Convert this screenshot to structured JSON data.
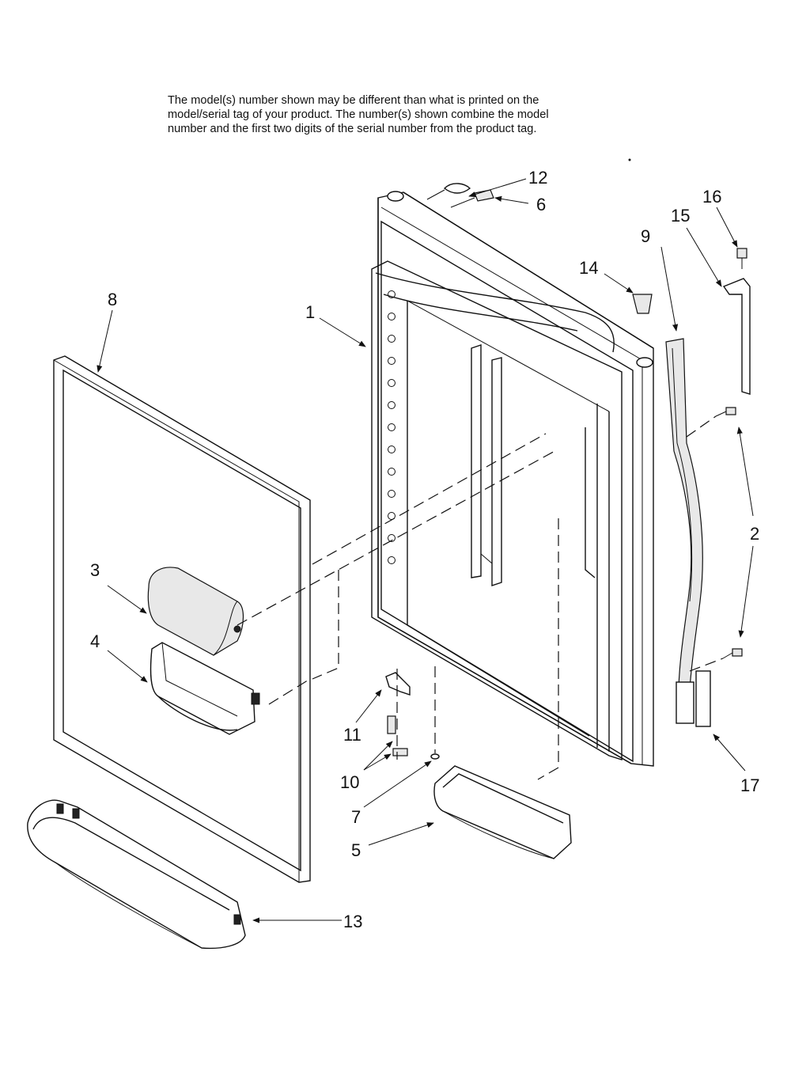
{
  "note": {
    "lines": [
      "The model(s) number shown may be different than what is printed on the",
      "model/serial tag of your product. The number(s) shown combine the model",
      "number and the first two digits of the serial number from the product tag."
    ]
  },
  "callouts": [
    {
      "id": "c1",
      "label": "1"
    },
    {
      "id": "c2",
      "label": "2"
    },
    {
      "id": "c3",
      "label": "3"
    },
    {
      "id": "c4",
      "label": "4"
    },
    {
      "id": "c5",
      "label": "5"
    },
    {
      "id": "c6",
      "label": "6"
    },
    {
      "id": "c7",
      "label": "7"
    },
    {
      "id": "c8",
      "label": "8"
    },
    {
      "id": "c9",
      "label": "9"
    },
    {
      "id": "c10",
      "label": "10"
    },
    {
      "id": "c11",
      "label": "11"
    },
    {
      "id": "c12",
      "label": "12"
    },
    {
      "id": "c13",
      "label": "13"
    },
    {
      "id": "c14",
      "label": "14"
    },
    {
      "id": "c15",
      "label": "15"
    },
    {
      "id": "c16",
      "label": "16"
    },
    {
      "id": "c17",
      "label": "17"
    }
  ]
}
